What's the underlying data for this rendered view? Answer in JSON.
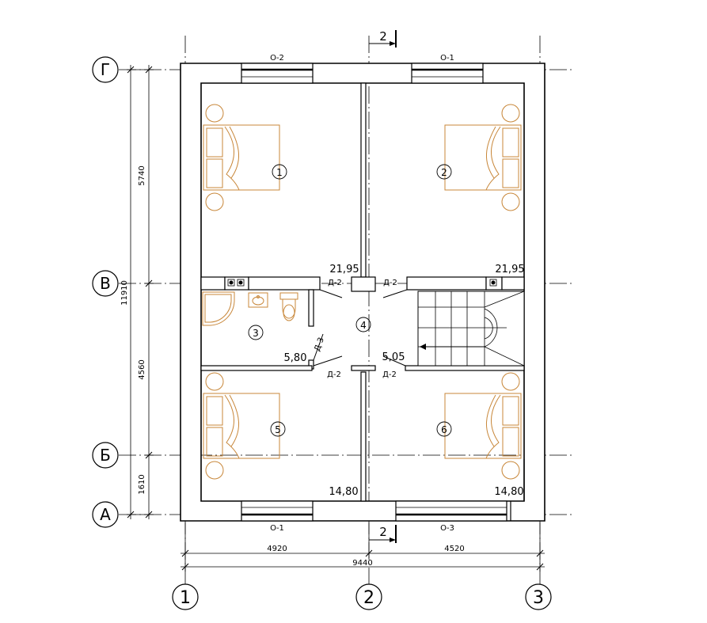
{
  "axes": {
    "rows": [
      "Г",
      "В",
      "Б",
      "А"
    ],
    "cols": [
      "1",
      "2",
      "3"
    ]
  },
  "dims": {
    "left": [
      "5740",
      "4560",
      "1610"
    ],
    "left_total": "11910",
    "bottom": [
      "4920",
      "4520"
    ],
    "bottom_total": "9440"
  },
  "section_label": "2",
  "windows": {
    "top_left": "О-2",
    "top_right": "О-1",
    "bottom_left": "О-1",
    "bottom_right": "О-3"
  },
  "doors": {
    "d1": "Д-2",
    "d2": "Д-2",
    "d3": "Д-3",
    "d4": "Д-2",
    "d5": "Д-2"
  },
  "rooms": {
    "r1": "1",
    "r2": "2",
    "r3": "3",
    "r4": "4",
    "r5": "5",
    "r6": "6"
  },
  "areas": {
    "a1": "21,95",
    "a2": "21,95",
    "a3": "5,80",
    "a4": "5,05",
    "a5": "14,80",
    "a6": "14,80"
  },
  "colors": {
    "furniture": "#c8873a",
    "lines": "#000000"
  }
}
